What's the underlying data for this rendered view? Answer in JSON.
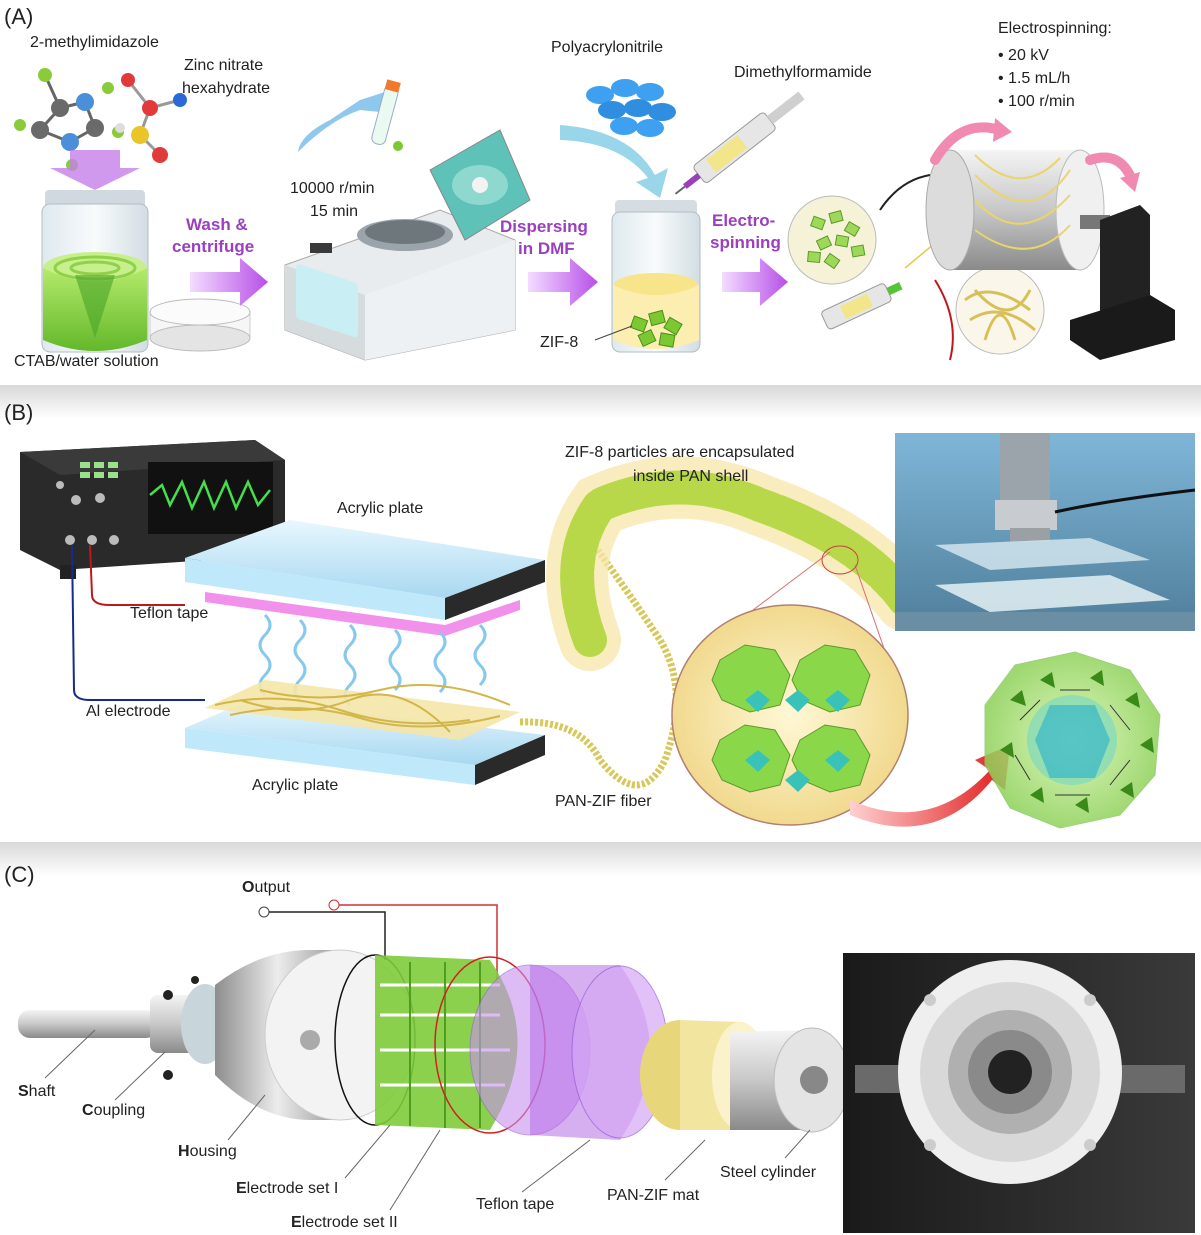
{
  "panel_a": {
    "tag": "(A)",
    "methylimidazole": "2-methylimidazole",
    "zinc_line1": "Zinc nitrate",
    "zinc_line2": "hexahydrate",
    "ctab": "CTAB/water solution",
    "wash_line1": "Wash &",
    "wash_line2": "centrifuge",
    "speed": "10000 r/min",
    "time": "15 min",
    "disp_line1": "Dispersing",
    "disp_line2": "in DMF",
    "polymer": "Polyacrylonitrile",
    "solvent": "Dimethylformamide",
    "zif": "ZIF-8",
    "elec_line1": "Electro-",
    "elec_line2": "spinning",
    "es_title": "Electrospinning:",
    "es_params": [
      "• 20 kV",
      "• 1.5 mL/h",
      "• 100 r/min"
    ]
  },
  "panel_b": {
    "tag": "(B)",
    "acrylic_top": "Acrylic plate",
    "teflon": "Teflon tape",
    "al": "Al electrode",
    "acrylic_bottom": "Acrylic plate",
    "encap_line1": "ZIF-8 particles are encapsulated",
    "encap_line2": "inside PAN shell",
    "fiber": "PAN-ZIF fiber"
  },
  "panel_c": {
    "tag": "(C)",
    "output_first": "O",
    "output_rest": "utput",
    "parts": [
      {
        "first": "S",
        "rest": "haft"
      },
      {
        "first": "C",
        "rest": "oupling"
      },
      {
        "first": "H",
        "rest": "ousing"
      },
      {
        "first": "E",
        "rest": "lectrode set I"
      },
      {
        "first": "E",
        "rest": "lectrode set II"
      },
      {
        "first": "",
        "rest": "Teflon tape"
      },
      {
        "first": "",
        "rest": "PAN-ZIF mat"
      },
      {
        "first": "",
        "rest": "Steel cylinder"
      }
    ]
  },
  "colors": {
    "accent_purple": "#9b3fbf",
    "zif_green": "#7cc832",
    "fiber_yellow": "#e8d77a",
    "teflon_violet": "#b46ee6",
    "teflon_pink": "#f07ee8"
  }
}
